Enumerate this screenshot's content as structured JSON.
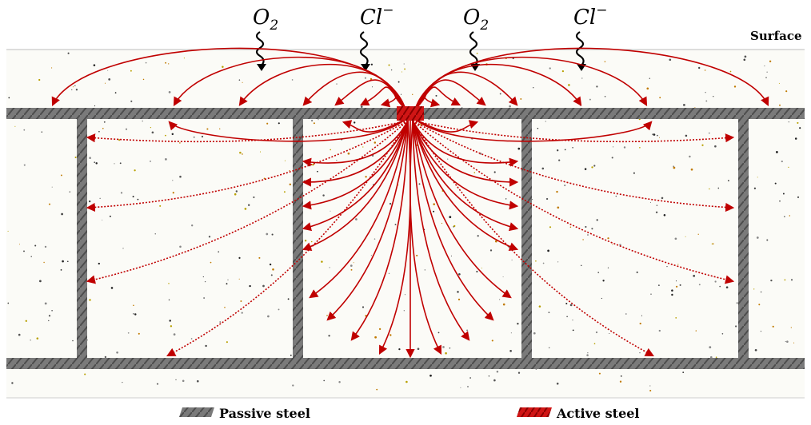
{
  "diagram": {
    "surface_label": "Surface",
    "species": [
      {
        "id": "o2-left",
        "base": "O",
        "sub": "2",
        "sup": ""
      },
      {
        "id": "cl-left",
        "base": "Cl",
        "sub": "",
        "sup": "−"
      },
      {
        "id": "o2-right",
        "base": "O",
        "sub": "2",
        "sup": ""
      },
      {
        "id": "cl-right",
        "base": "Cl",
        "sub": "",
        "sup": "−"
      }
    ],
    "legend": {
      "passive": "Passive steel",
      "active": "Active steel"
    },
    "colors": {
      "passive_steel": "#7a7a7a",
      "active_steel": "#cc1111",
      "current_lines": "#c00000",
      "concrete": "#fbfbf7"
    }
  }
}
